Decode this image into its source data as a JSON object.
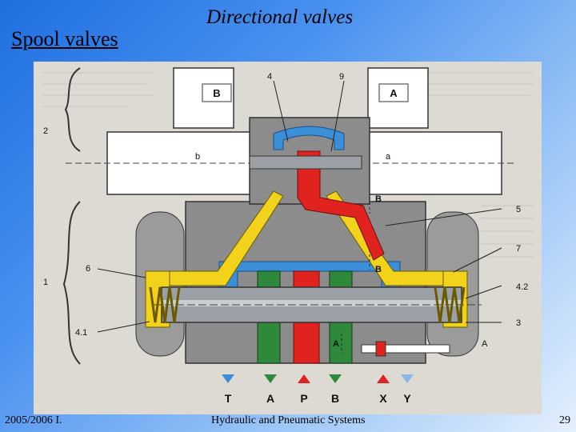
{
  "slide": {
    "subtitle": "Spool valves",
    "title": "Directional valves",
    "footer_left": "2005/2006 I.",
    "footer_center": "Hydraulic and Pneumatic Systems",
    "page_number": "29"
  },
  "diagram": {
    "solenoid_left_letter": "B",
    "solenoid_right_letter": "A",
    "solenoid_left_core": "b",
    "solenoid_right_core": "a",
    "callouts": {
      "c4": "4",
      "c9": "9",
      "c2": "2",
      "c1": "1",
      "c6": "6",
      "c41": "4.1",
      "c5": "5",
      "c7": "7",
      "c42": "4.2",
      "c3": "3",
      "cA": "A"
    },
    "inline_labels": {
      "B_upper": "B",
      "B_lower": "B",
      "A_pilot": "A"
    },
    "ports": [
      {
        "label": "T",
        "color": "#3b8fd8",
        "arrow": "down"
      },
      {
        "label": "A",
        "color": "#2e8a3a",
        "arrow": "down"
      },
      {
        "label": "P",
        "color": "#e0231e",
        "arrow": "up"
      },
      {
        "label": "B",
        "color": "#2e8a3a",
        "arrow": "down"
      },
      {
        "label": "X",
        "color": "#e0231e",
        "arrow": "up"
      },
      {
        "label": "Y",
        "color": "#8ab8e6",
        "arrow": "down"
      }
    ],
    "fluid_colors": {
      "pressure": "#e0231e",
      "tank": "#3b8fd8",
      "pilot": "#f2d21b",
      "work": "#2e8a3a",
      "body": "#8c8c8c"
    }
  }
}
